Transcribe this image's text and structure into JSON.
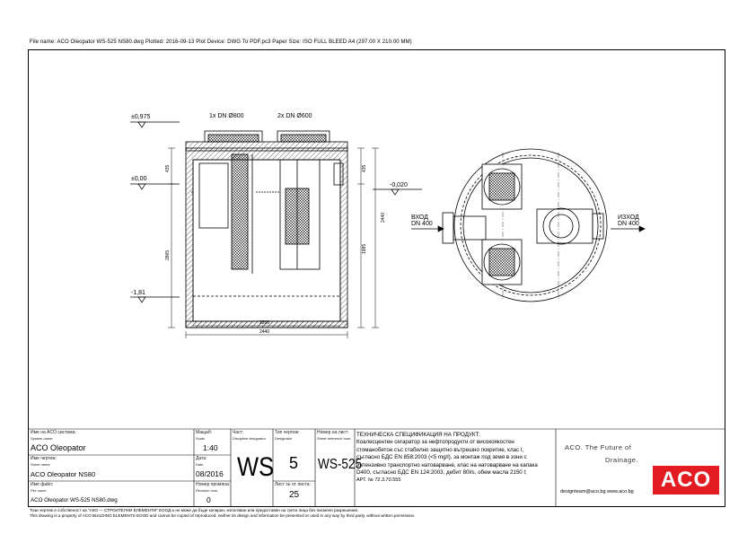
{
  "header": {
    "file_info": "File name: ACO Oleopator WS-525 NS80.dwg   Plotted: 2016-09-13   Plot Device: DWG To PDF.pc3   Paper Size: ISO FULL BLEED A4 (297.00 X 210.00 MM)"
  },
  "drawing": {
    "covers_left": "1x DN Ø800",
    "covers_right": "2x DN Ø600",
    "level_top": "±0,975",
    "level_zero": "±0,00",
    "level_bottom": "-1,81",
    "level_inlet": "-0,020",
    "dim_435_left": "435",
    "dim_2865": "2865",
    "dim_435_right": "435",
    "dim_1985": "1985",
    "dim_2440_vertical": "2440",
    "dim_2200": "2200",
    "dim_2440_bottom": "2440",
    "inlet_label": "ВХОД",
    "inlet_dn": "DN 400",
    "outlet_label": "ИЗХОД",
    "outlet_dn": "DN 400"
  },
  "titleblock": {
    "system_label_bg": "Име на ACO система:",
    "system_label_en": "System name",
    "system_value": "ACO Oleopator",
    "sheet_label_bg": "Име чертеж:",
    "sheet_label_en": "Sheet name",
    "sheet_value": "ACO Oleopator NS80",
    "file_label_bg": "Име файл:",
    "file_label_en": "File name",
    "file_value": "ACO Oleopator WS-525 NS80.dwg",
    "scale_label_bg": "Мащаб:",
    "scale_label_en": "Scale",
    "scale_value": "1:40",
    "date_label_bg": "Дата:",
    "date_label_en": "Date",
    "date_value": "08/2016",
    "revision_label_bg": "Номер промяна:",
    "revision_label_en": "Revision num.",
    "revision_value": "0",
    "part_label_bg": "Част:",
    "part_label_en": "Discipline designator",
    "part_value": "WS",
    "type_label_bg": "Тип чертеж:",
    "type_label_en": "Designator",
    "type_value": "5",
    "sheet_num_label": "Лист № от листа:",
    "sheet_num_value": "25",
    "ref_label_bg": "Номер на лист:",
    "ref_label_en": "Sheet reference num.",
    "ref_value": "WS-525",
    "spec_title": "ТЕХНИЧЕСКА СПЕЦИФИКАЦИЯ НА ПРОДУКТ:",
    "spec_text": "Коалесцентен сегаратор за нефтопродукти от високоякостен стоманобетон със стабилно защитно вътрешно покритие, клас I, съгласно БДС EN 858:2003 (<5 mg/l), за монтаж под земя в зони с интензивно транспортно натоварване, клас на натоварване на капака D400, съгласно БДС EN 124:2003, дебит 80l/s, обем масла 2150 l;",
    "art_no": "АРТ. № 72.3.70.555",
    "slogan_line1": "ACO. The Future of",
    "slogan_line2": "Drainage.",
    "contact": "designteam@aco.bg   www.aco.bg",
    "logo_text": "ACO"
  },
  "footer": {
    "line_bg": "Този чертеж е собственост на \"АКО — СТРОИТЕЛНИ ЕЛЕМЕНТИ\" ЕООД и не може да бъде копиран, използван или предоставян на трети лица без писмено разрешение.",
    "line_en": "This drawing is a property of ACO BUILDING ELEMENTS EOOD and cannot be copied of reproduced, neither its design and information be presented or used in any way by third party, without written permission."
  },
  "colors": {
    "line": "#000000",
    "aco_red": "#e31b23"
  }
}
